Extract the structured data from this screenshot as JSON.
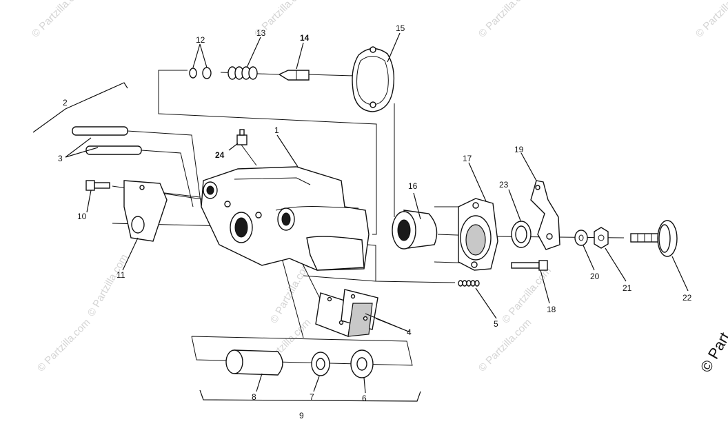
{
  "watermark": {
    "text": "© Partzilla.com",
    "corner_text": "© Part"
  },
  "callouts": [
    {
      "id": "c1",
      "text": "1"
    },
    {
      "id": "c2",
      "text": "2"
    },
    {
      "id": "c3",
      "text": "3"
    },
    {
      "id": "c4",
      "text": "4"
    },
    {
      "id": "c5",
      "text": "5"
    },
    {
      "id": "c6",
      "text": "6"
    },
    {
      "id": "c7",
      "text": "7"
    },
    {
      "id": "c8",
      "text": "8"
    },
    {
      "id": "c9",
      "text": "9"
    },
    {
      "id": "c10",
      "text": "10"
    },
    {
      "id": "c11",
      "text": "11"
    },
    {
      "id": "c12",
      "text": "12"
    },
    {
      "id": "c13",
      "text": "13"
    },
    {
      "id": "c14",
      "text": "14"
    },
    {
      "id": "c15",
      "text": "15"
    },
    {
      "id": "c16",
      "text": "16"
    },
    {
      "id": "c17",
      "text": "17"
    },
    {
      "id": "c18",
      "text": "18"
    },
    {
      "id": "c19",
      "text": "19"
    },
    {
      "id": "c20",
      "text": "20"
    },
    {
      "id": "c21",
      "text": "21"
    },
    {
      "id": "c22",
      "text": "22"
    },
    {
      "id": "c23",
      "text": "23"
    },
    {
      "id": "c24",
      "text": "24"
    }
  ],
  "colors": {
    "line": "#111111",
    "watermark": "#d4d4d4",
    "background": "#ffffff"
  }
}
